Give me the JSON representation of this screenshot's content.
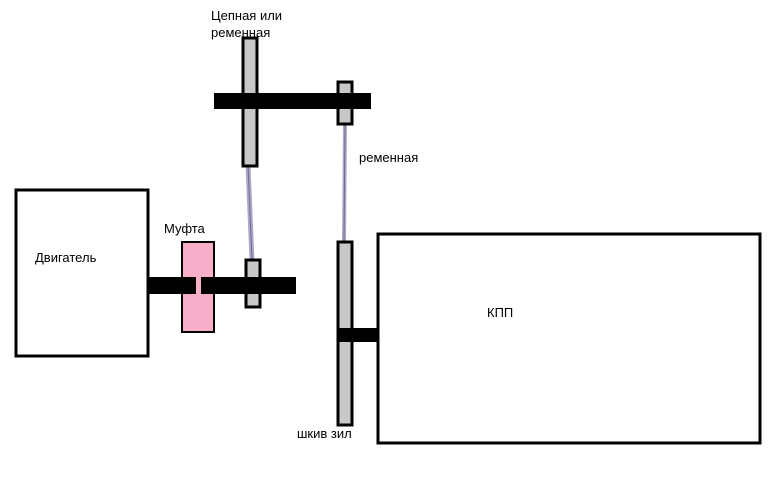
{
  "labels": {
    "chain_belt_line1": "Цепная или",
    "chain_belt_line2": "ременная",
    "belt": "ременная",
    "coupling": "Муфта",
    "engine": "Двигатель",
    "gearbox": "КПП",
    "pulley": "шкив зил"
  },
  "colors": {
    "outline": "#000000",
    "shaft": "#000000",
    "pulley_fill": "#c8c8c8",
    "coupling_fill": "#f7aec8",
    "belt": "#b0a8cc",
    "background": "#ffffff"
  }
}
